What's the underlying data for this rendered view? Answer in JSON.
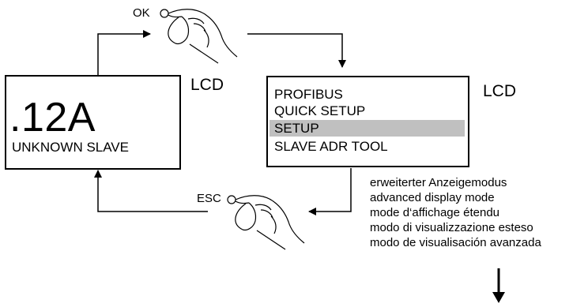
{
  "left_lcd": {
    "value": ".12A",
    "status": "UNKNOWN SLAVE",
    "label": "LCD"
  },
  "right_lcd": {
    "label": "LCD",
    "menu": [
      {
        "label": "PROFIBUS",
        "selected": false
      },
      {
        "label": "QUICK SETUP",
        "selected": false
      },
      {
        "label": "SETUP",
        "selected": true
      },
      {
        "label": "SLAVE ADR TOOL",
        "selected": false
      }
    ],
    "highlight_color": "#c0c0c0"
  },
  "buttons": {
    "ok": "OK",
    "esc": "ESC"
  },
  "note_lines": [
    "erweiterter Anzeigemodus",
    "advanced display mode",
    "mode d‘affichage étendu",
    "modo di visualizzazione esteso",
    "modo de visualisación avanzada"
  ],
  "icons": [
    "hand-press-icon",
    "arrow-icon"
  ]
}
